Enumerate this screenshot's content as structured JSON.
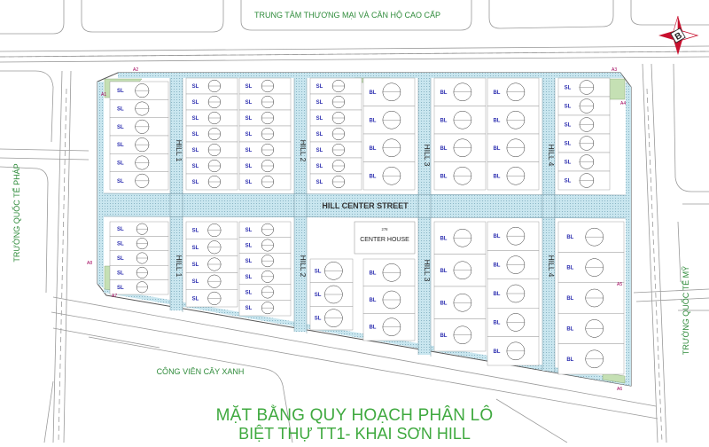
{
  "title": {
    "line1": "MẶT BẰNG QUY HOẠCH PHÂN LÔ",
    "line2": "BIỆT THỰ TT1- KHAI SƠN HILL"
  },
  "labels": {
    "top": "TRUNG TÂM THƯƠNG MẠI VÀ CĂN HỘ CAO CẤP",
    "left": "TRƯỜNG QUỐC TẾ PHÁP",
    "right": "TRƯỜNG QUỐC TẾ MỸ",
    "bottom": "CÔNG VIÊN CÂY XANH",
    "center_street": "HILL CENTER STREET",
    "center_house": "CENTER HOUSE",
    "center_house_area": "278"
  },
  "hills": [
    {
      "upper": "HILL 1",
      "lower": "HILL 1"
    },
    {
      "upper": "HILL 2",
      "lower": "HILL 2"
    },
    {
      "upper": "HILL 3",
      "lower": "HILL 3"
    },
    {
      "upper": "HILL 4",
      "lower": "HILL 4"
    }
  ],
  "compass": {
    "letter": "B"
  },
  "lot_types": [
    "SL",
    "BL"
  ],
  "markers": [
    "A1",
    "A2",
    "A3",
    "A4",
    "A5",
    "A6",
    "A7",
    "A8"
  ],
  "colors": {
    "title_green": "#3fa93f",
    "road_fill": "#b7dbe7",
    "pavement_dot": "#7aa9bb",
    "corner_green": "#c5e0b4",
    "lot_line": "#8a8a8a",
    "type_blue": "#2d2fb0",
    "outer_road": "#9a9a9a"
  }
}
